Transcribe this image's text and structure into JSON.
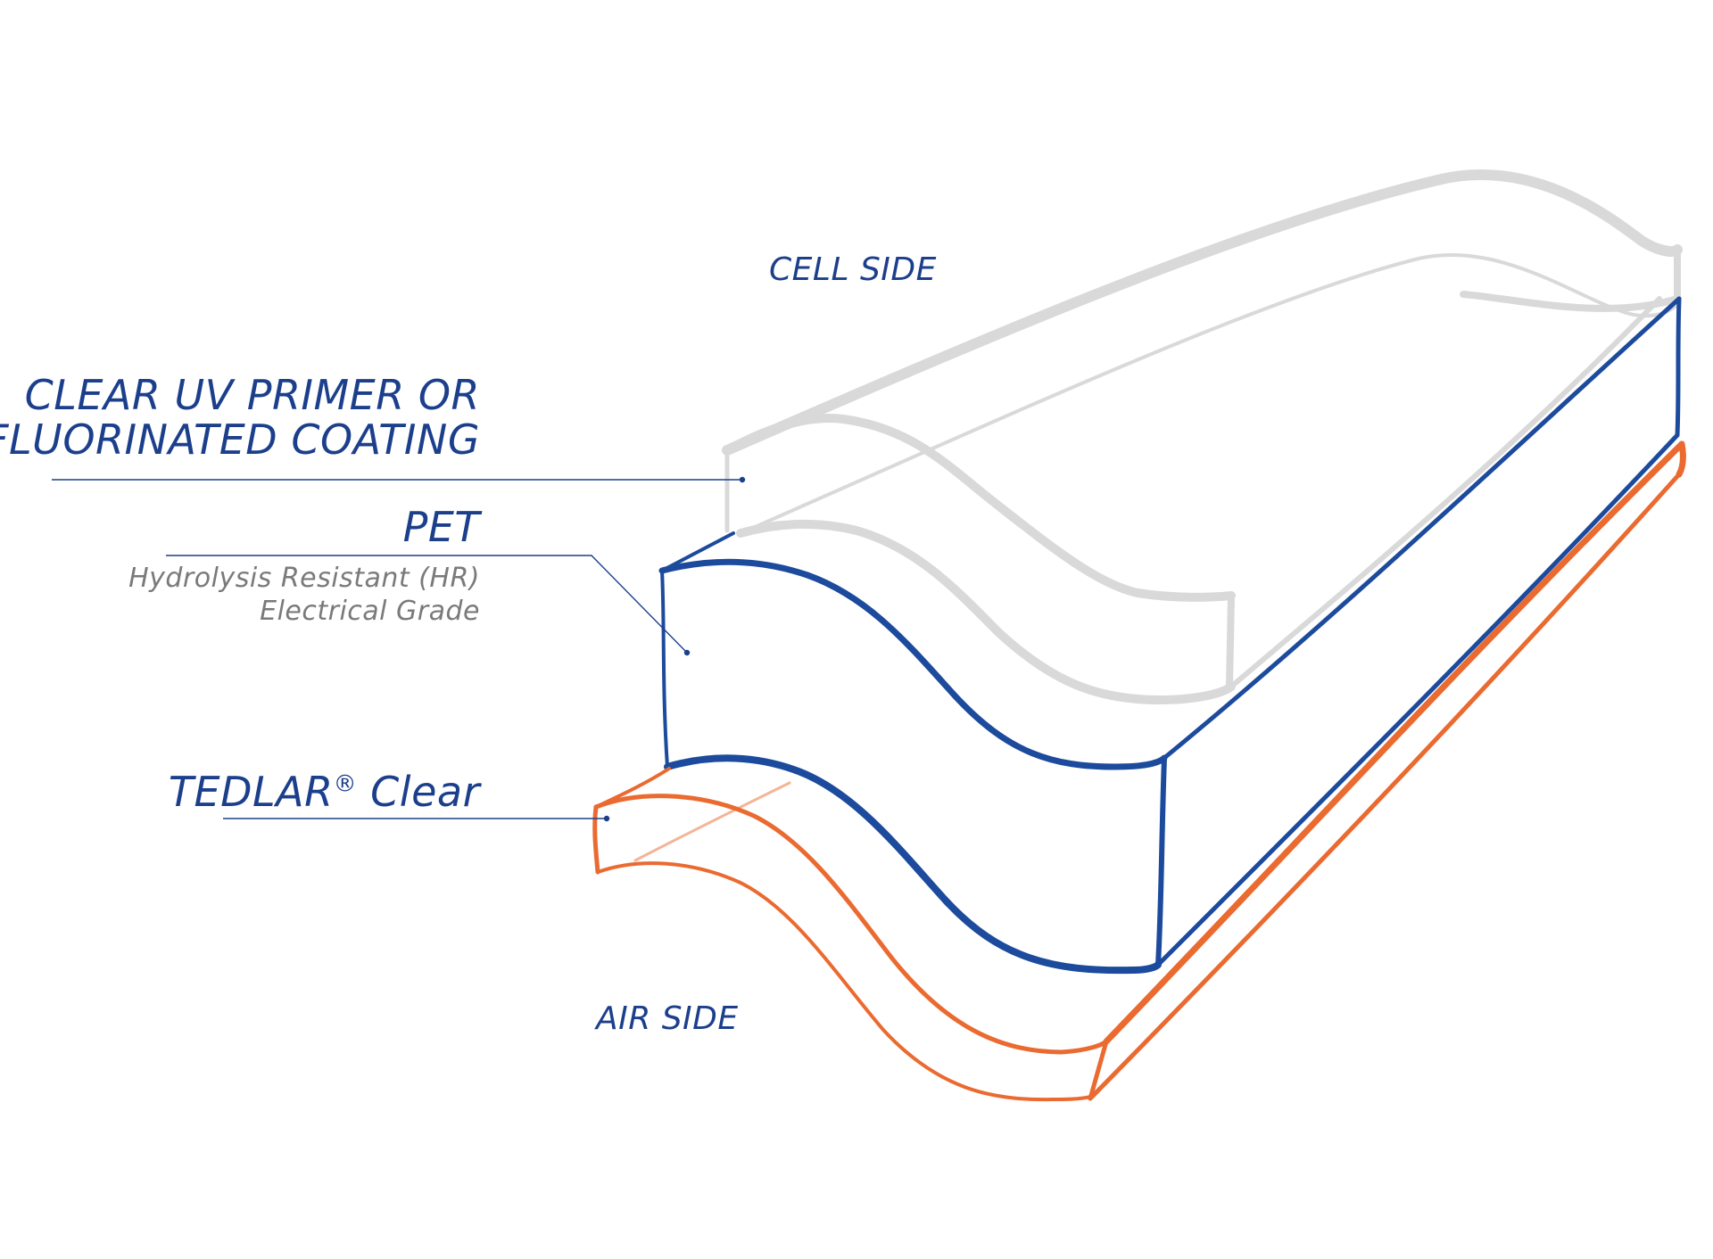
{
  "labels": {
    "cell_side": "CELL SIDE",
    "air_side": "AIR SIDE",
    "coating_line1": "CLEAR UV PRIMER OR",
    "coating_line2": "FLUORINATED COATING",
    "pet": "PET",
    "pet_sub1": "Hydrolysis Resistant (HR)",
    "pet_sub2": "Electrical Grade",
    "tedlar": "TEDLAR",
    "tedlar_mark": "®",
    "tedlar_suffix": " Clear"
  },
  "colors": {
    "coating": "#d9d9d9",
    "pet": "#1c4a9c",
    "tedlar": "#ea6a30",
    "leader": "#1c3f8c",
    "label": "#1c3f8c",
    "sublabel": "#7a7a7a"
  }
}
